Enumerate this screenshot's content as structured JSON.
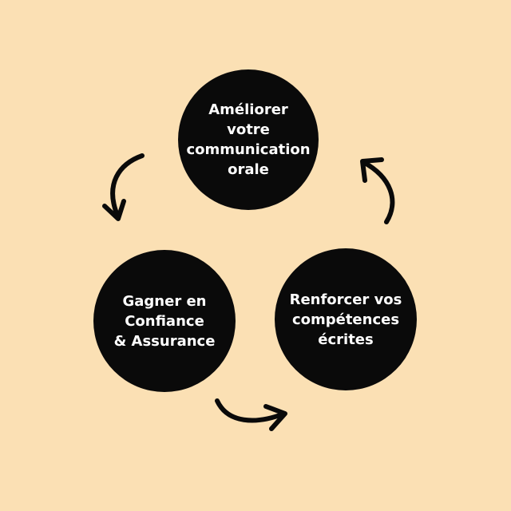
{
  "colors": {
    "background": "#fbe0b4",
    "node_fill": "#0a0a0a",
    "node_text": "#ffffff",
    "arrow": "#0a0a0a"
  },
  "cycle": {
    "nodes": [
      {
        "id": "top",
        "label_lines": [
          "Améliorer",
          "votre",
          "communication",
          "orale"
        ]
      },
      {
        "id": "left",
        "label_lines": [
          "Gagner en",
          "Confiance",
          "& Assurance"
        ]
      },
      {
        "id": "right",
        "label_lines": [
          "Renforcer vos",
          "compétences",
          "écrites"
        ]
      }
    ],
    "arrows": [
      {
        "from": "top",
        "to": "left",
        "icon": "curved-arrow-icon"
      },
      {
        "from": "left",
        "to": "right",
        "icon": "curved-arrow-icon"
      },
      {
        "from": "right",
        "to": "top",
        "icon": "curved-arrow-icon"
      }
    ]
  }
}
